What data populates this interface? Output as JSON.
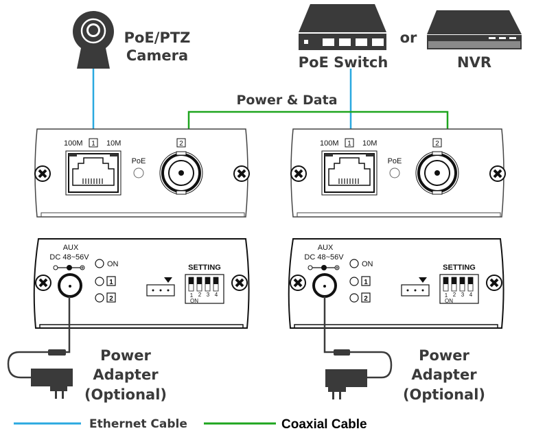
{
  "devices": {
    "camera": {
      "label_line1": "PoE/PTZ",
      "label_line2": "Camera"
    },
    "switch": {
      "label": "PoE Switch"
    },
    "or_text": "or",
    "nvr": {
      "label": "NVR"
    }
  },
  "link_label": "Power & Data",
  "units": [
    {
      "front": {
        "port1_speed_left": "100M",
        "port1_num": "1",
        "port1_speed_right": "10M",
        "poe_led": "PoE",
        "port2_num": "2"
      },
      "back": {
        "aux": "AUX",
        "dc": "DC 48~56V",
        "led_on": "ON",
        "led1": "1",
        "led2": "2",
        "setting": "SETTING",
        "dip_nums": [
          "1",
          "2",
          "3",
          "4"
        ],
        "dip_on": "ON"
      },
      "adapter": {
        "line1": "Power",
        "line2": "Adapter",
        "line3": "(Optional)"
      }
    },
    {
      "front": {
        "port1_speed_left": "100M",
        "port1_num": "1",
        "port1_speed_right": "10M",
        "poe_led": "PoE",
        "port2_num": "2"
      },
      "back": {
        "aux": "AUX",
        "dc": "DC 48~56V",
        "led_on": "ON",
        "led1": "1",
        "led2": "2",
        "setting": "SETTING",
        "dip_nums": [
          "1",
          "2",
          "3",
          "4"
        ],
        "dip_on": "ON"
      },
      "adapter": {
        "line1": "Power",
        "line2": "Adapter",
        "line3": "(Optional)"
      }
    }
  ],
  "legend": {
    "ethernet": {
      "label": "Ethernet Cable",
      "color": "#29a8e0"
    },
    "coax": {
      "label": "Coaxial Cable",
      "color": "#1ea51e"
    }
  }
}
